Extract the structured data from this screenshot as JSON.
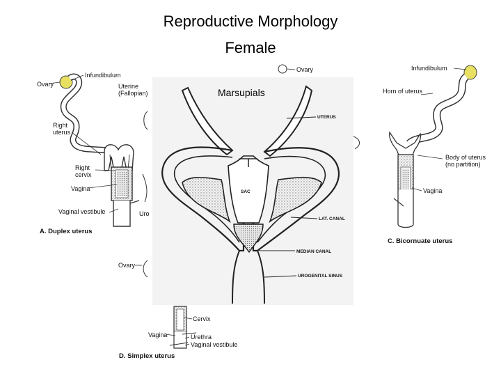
{
  "slide": {
    "title": "Reproductive Morphology",
    "subtitle": "Female"
  },
  "figure_a": {
    "labels": {
      "ovary": "Ovary",
      "infundibulum": "Infundibulum",
      "uterine_line1": "Uterine",
      "uterine_line2": "(Fallopian)",
      "right_uterus_line1": "Right",
      "right_uterus_line2": "uterus",
      "right_cervix_line1": "Right",
      "right_cervix_line2": "cervix",
      "vagina": "Vagina",
      "vaginal_vestibule": "Vaginal vestibule",
      "uro": "Uro"
    },
    "caption": "A. Duplex uterus"
  },
  "figure_c": {
    "labels": {
      "infundibulum": "Infundibulum",
      "horn_of_uterus": "Horn of uterus",
      "body_line1": "Body of uterus",
      "body_line2": "(no partition)",
      "vagina": "Vagina"
    },
    "caption": "C. Bicornuate uterus"
  },
  "figure_top_partial": {
    "ovary": "Ovary"
  },
  "figure_d": {
    "labels": {
      "ovary": "Ovary",
      "cervix": "Cervix",
      "vagina": "Vagina",
      "urethra": "Urethra",
      "vaginal_vestibule": "Vaginal vestibule"
    },
    "caption": "D. Simplex uterus"
  },
  "marsupial_panel": {
    "title": "Marsupials",
    "labels": {
      "uterus": "UTERUS",
      "sac": "SAC",
      "lat_canal": "LAT. CANAL",
      "median_canal": "MEDIAN CANAL",
      "urogenital_sinus": "UROGENITAL SINUS"
    }
  },
  "colors": {
    "ovary": "#e8e060",
    "line": "#222222",
    "stipple": "#bbbbbb"
  }
}
